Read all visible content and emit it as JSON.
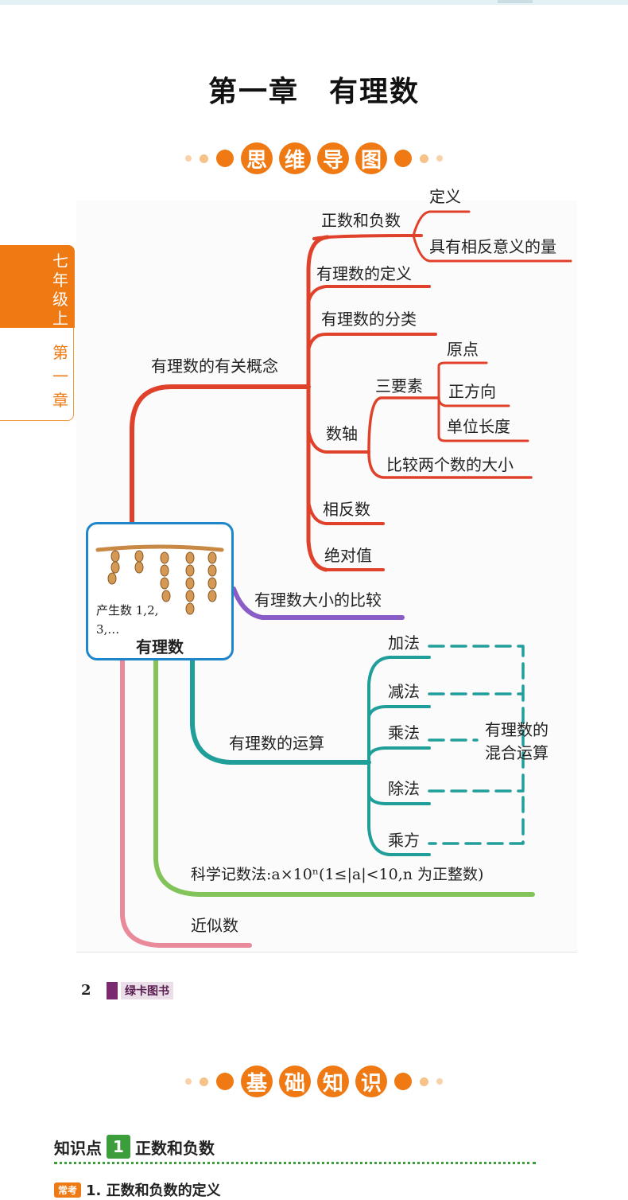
{
  "chapter_title": "第一章　有理数",
  "banner_mindmap": [
    "思",
    "维",
    "导",
    "图"
  ],
  "banner_basics": [
    "基",
    "础",
    "知",
    "识"
  ],
  "side_tab": {
    "grade": "七年级上",
    "chapter": "第一章"
  },
  "mindmap": {
    "center": {
      "title": "有理数",
      "caption_line1": "产生数 1,2,",
      "caption_line2": "3,…"
    },
    "concepts": "有理数的有关概念",
    "pos_neg": "正数和负数",
    "definition": "定义",
    "opposite_quantity": "具有相反意义的量",
    "rational_definition": "有理数的定义",
    "classification": "有理数的分类",
    "number_line": "数轴",
    "three_elements": "三要素",
    "origin": "原点",
    "positive_direction": "正方向",
    "unit_length": "单位长度",
    "compare_two": "比较两个数的大小",
    "opposite_numbers": "相反数",
    "absolute_value": "绝对值",
    "compare_size": "有理数大小的比较",
    "operations": "有理数的运算",
    "addition": "加法",
    "subtraction": "减法",
    "multiplication": "乘法",
    "division": "除法",
    "power": "乘方",
    "mixed_line1": "有理数的",
    "mixed_line2": "混合运算",
    "sci_notation": "科学记数法:a×10ⁿ(1≤|a|<10,n 为正整数)",
    "approximate": "近似数"
  },
  "footer": {
    "page_number": "2",
    "brand": "绿卡图书"
  },
  "knowledge_point": {
    "prefix": "知识点",
    "number": "1",
    "title": "正数和负数"
  },
  "subsection": {
    "tag": "常考",
    "text": "1. 正数和负数的定义"
  },
  "colors": {
    "orange": "#ef7a14",
    "red": "#e0412a",
    "purple": "#8a5cc7",
    "teal": "#1f9e9a",
    "green": "#82c45a",
    "pink": "#e98a9a",
    "blue": "#1e86c9"
  }
}
